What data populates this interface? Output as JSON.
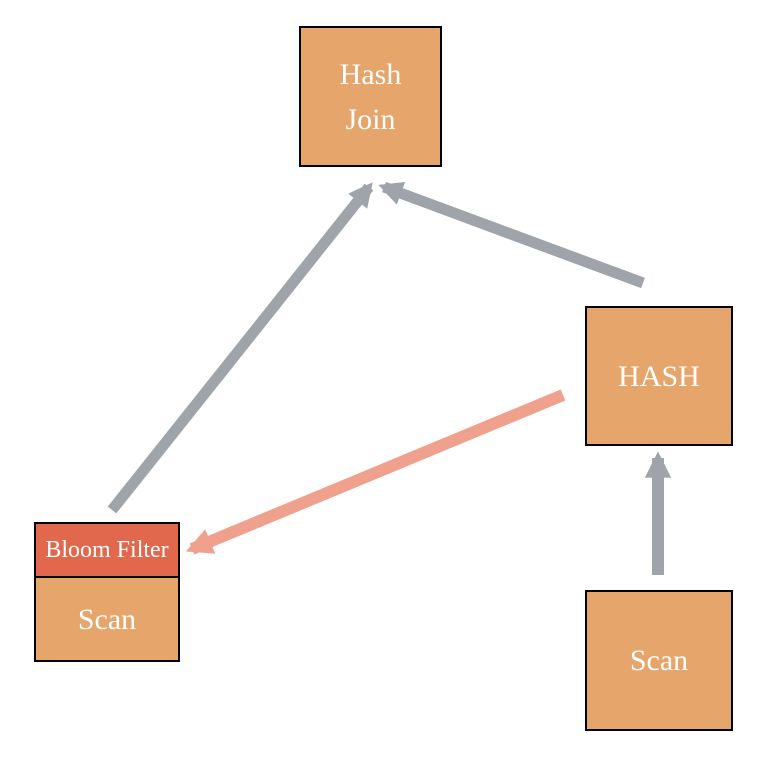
{
  "diagram": {
    "type": "query-plan-flow",
    "nodes": {
      "hash_join": {
        "label": "Hash\nJoin"
      },
      "hash": {
        "label": "HASH"
      },
      "scan_right": {
        "label": "Scan"
      },
      "bloom_filter": {
        "label": "Bloom Filter"
      },
      "scan_left": {
        "label": "Scan"
      }
    },
    "edges": [
      {
        "from": "scan-left-with-bloom-filter",
        "to": "hash-join",
        "style": "gray"
      },
      {
        "from": "hash",
        "to": "hash-join",
        "style": "gray"
      },
      {
        "from": "scan-right",
        "to": "hash",
        "style": "gray"
      },
      {
        "from": "hash",
        "to": "bloom-filter",
        "style": "salmon"
      }
    ],
    "colors": {
      "node_fill": "#E6A56A",
      "bloom_filter_fill": "#E2684D",
      "node_border": "#000000",
      "label_text": "#FFFFFF",
      "arrow_gray": "#9FA4AA",
      "arrow_salmon": "#F0A18D",
      "background": "#FFFFFF"
    }
  }
}
